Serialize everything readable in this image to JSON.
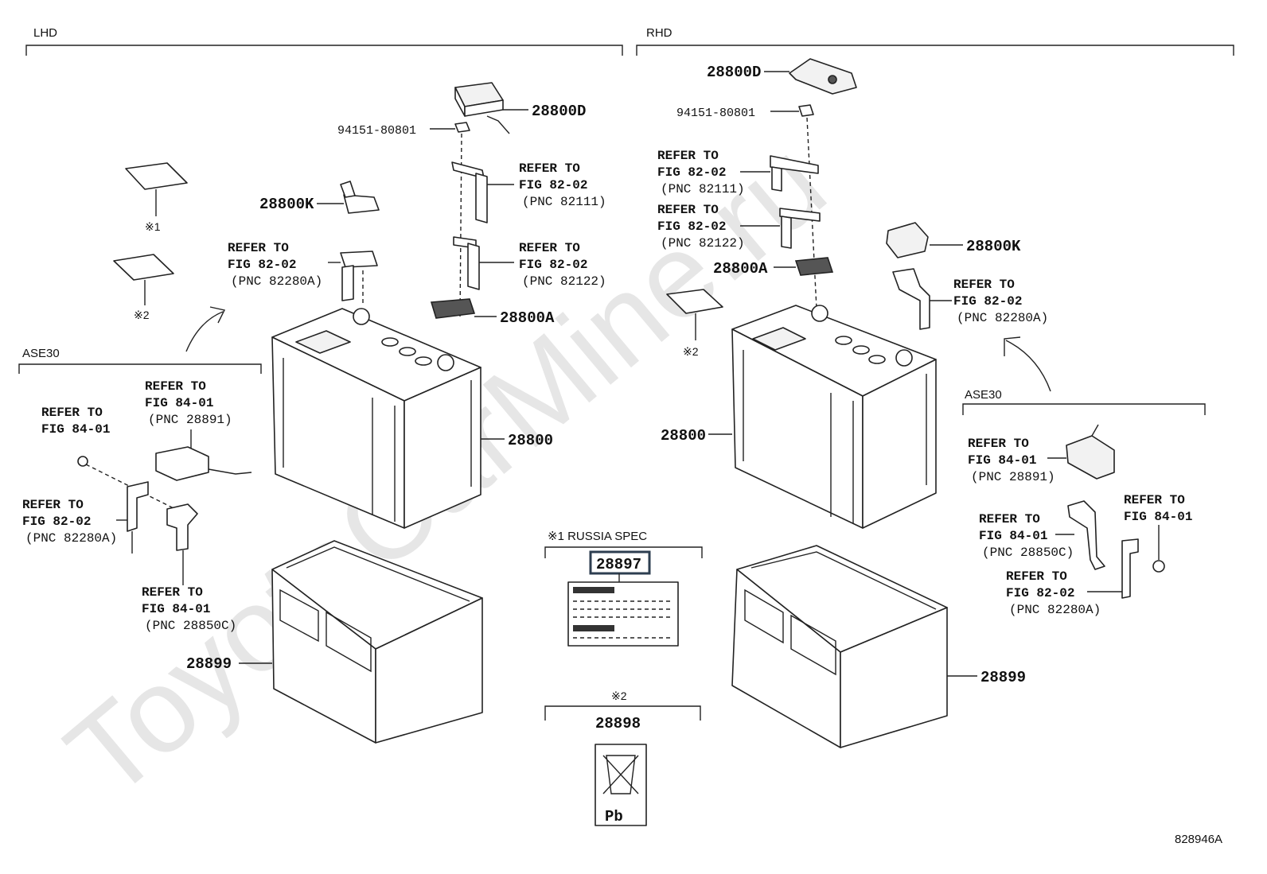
{
  "watermark": "ToyotaCarMine.ru",
  "sections": {
    "lhd": "LHD",
    "rhd": "RHD",
    "ase30_left": "ASE30",
    "ase30_right": "ASE30",
    "russia_spec": "※1 RUSSIA SPEC",
    "note2": "※2"
  },
  "marks": {
    "m1": "※1",
    "m2": "※2",
    "m2b": "※2"
  },
  "refer": {
    "refer_to": "REFER TO",
    "fig_82_02": "FIG 82-02",
    "fig_84_01": "FIG 84-01",
    "pnc_82111": "(PNC 82111)",
    "pnc_82122": "(PNC 82122)",
    "pnc_82280a": "(PNC 82280A)",
    "pnc_28891": "(PNC 28891)",
    "pnc_28850c": "(PNC 28850C)"
  },
  "parts": {
    "p28800d": "28800D",
    "p94151": "94151-80801",
    "p28800k": "28800K",
    "p28800a": "28800A",
    "p28800": "28800",
    "p28899": "28899",
    "p28897": "28897",
    "p28898": "28898",
    "pb": "Pb"
  },
  "illustration_id": "828946A"
}
